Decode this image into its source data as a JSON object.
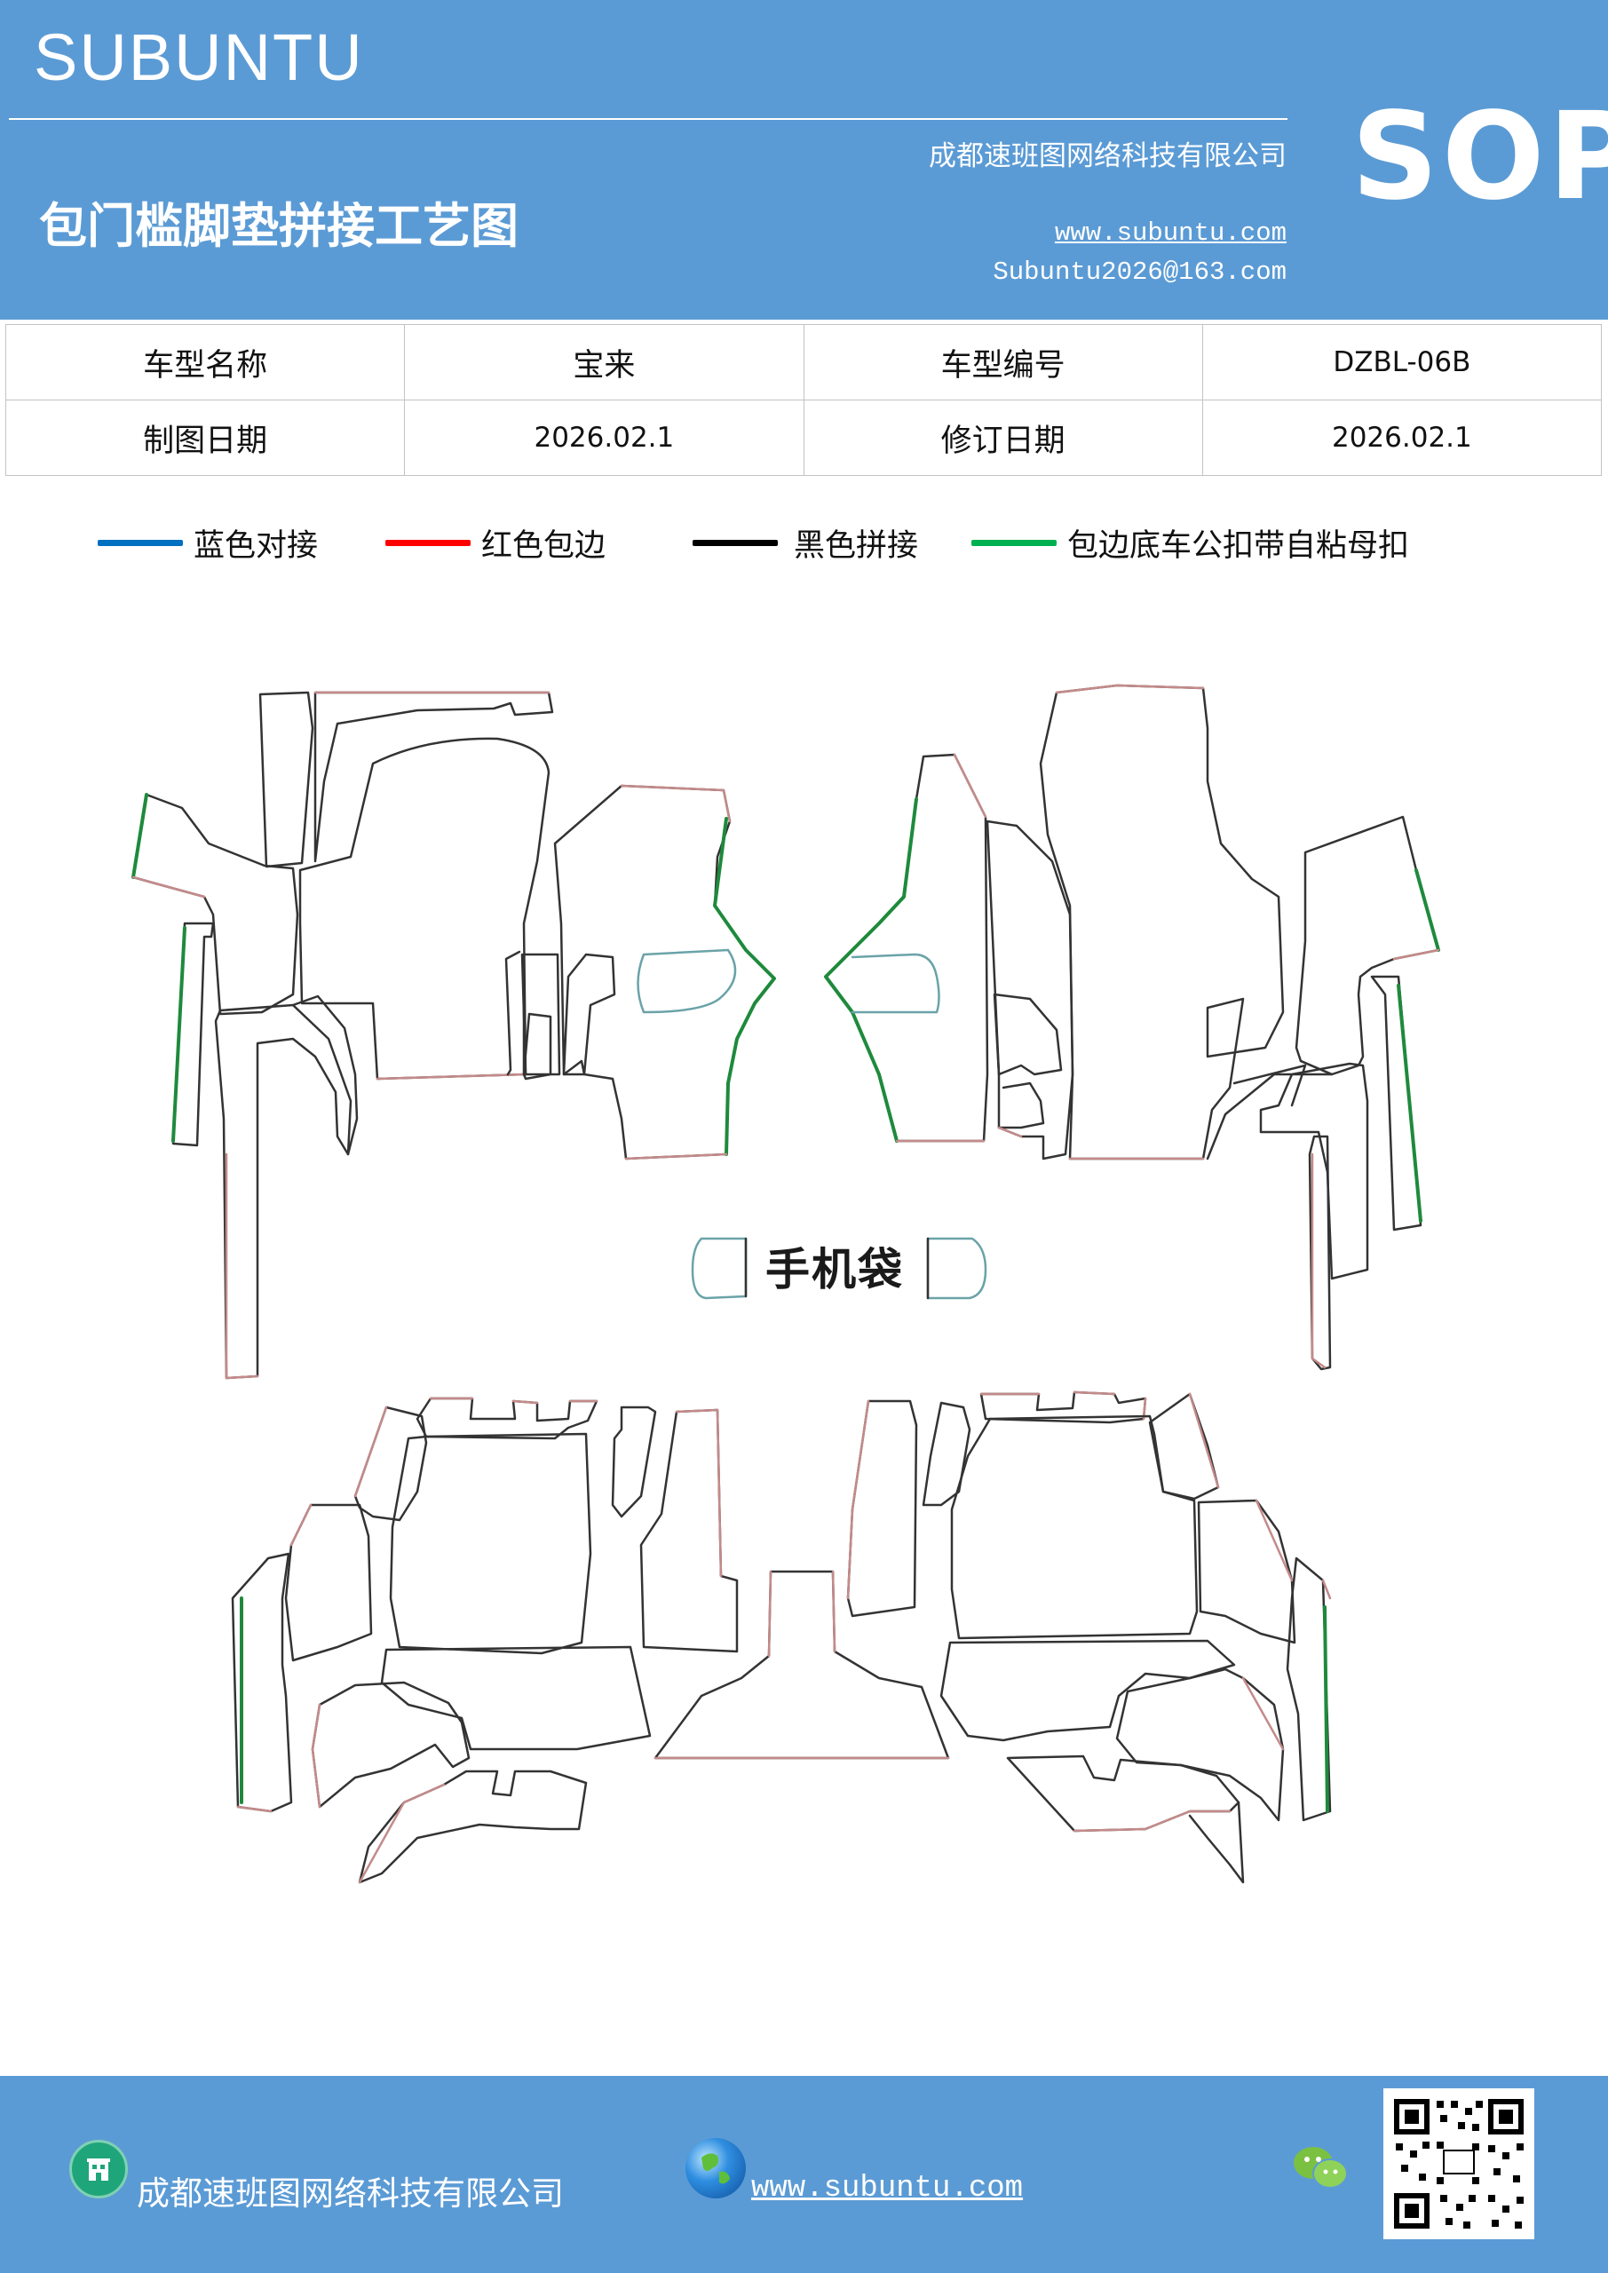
{
  "header": {
    "brand": "SUBUNTU",
    "title": "包门槛脚垫拼接工艺图",
    "company": "成都速班图网络科技有限公司",
    "website": "www.subuntu.com",
    "email": "Subuntu2026@163.com",
    "badge": "SOP"
  },
  "info_table": {
    "rows": [
      [
        {
          "label": "车型名称",
          "value": "宝来"
        },
        {
          "label": "车型编号",
          "value": "DZBL-06B"
        }
      ],
      [
        {
          "label": "制图日期",
          "value": "2026.02.1"
        },
        {
          "label": "修订日期",
          "value": "2026.02.1"
        }
      ]
    ]
  },
  "legend": [
    {
      "label": "蓝色对接",
      "color": "#0070c0"
    },
    {
      "label": "红色包边",
      "color": "#ff0000"
    },
    {
      "label": "黑色拼接",
      "color": "#000000"
    },
    {
      "label": "包边底车公扣带自粘母扣",
      "color": "#00b050"
    }
  ],
  "drawing": {
    "phone_bag_label": "手机袋",
    "colors": {
      "outline": "#333333",
      "edge": "#c48a8a",
      "velcro": "#1e8a3c",
      "pocket": "#6aa3a8"
    }
  },
  "footer": {
    "company": "成都速班图网络科技有限公司",
    "website": "www.subuntu.com",
    "icons": [
      "building-icon",
      "globe-icon",
      "wechat-icon",
      "qr-code"
    ]
  }
}
